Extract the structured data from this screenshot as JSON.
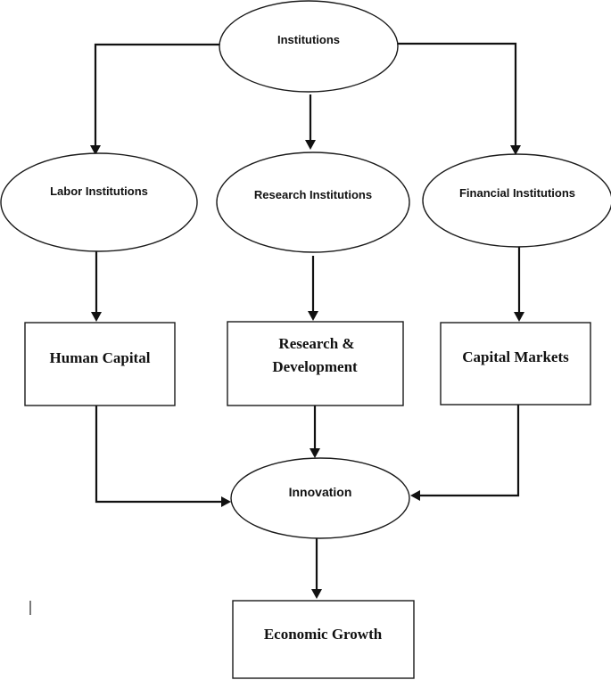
{
  "diagram": {
    "nodes": {
      "institutions": "Institutions",
      "labor_institutions": "Labor Institutions",
      "research_institutions": "Research Institutions",
      "financial_institutions": "Financial Institutions",
      "human_capital": "Human Capital",
      "research_development_line1": "Research &",
      "research_development_line2": "Development",
      "capital_markets": "Capital Markets",
      "innovation": "Innovation",
      "economic_growth": "Economic Growth"
    },
    "edges": [
      {
        "from": "Institutions",
        "to": "Labor Institutions"
      },
      {
        "from": "Institutions",
        "to": "Research Institutions"
      },
      {
        "from": "Institutions",
        "to": "Financial Institutions"
      },
      {
        "from": "Labor Institutions",
        "to": "Human Capital"
      },
      {
        "from": "Research Institutions",
        "to": "Research & Development"
      },
      {
        "from": "Financial Institutions",
        "to": "Capital Markets"
      },
      {
        "from": "Human Capital",
        "to": "Innovation"
      },
      {
        "from": "Research & Development",
        "to": "Innovation"
      },
      {
        "from": "Capital Markets",
        "to": "Innovation"
      },
      {
        "from": "Innovation",
        "to": "Economic Growth"
      }
    ]
  }
}
